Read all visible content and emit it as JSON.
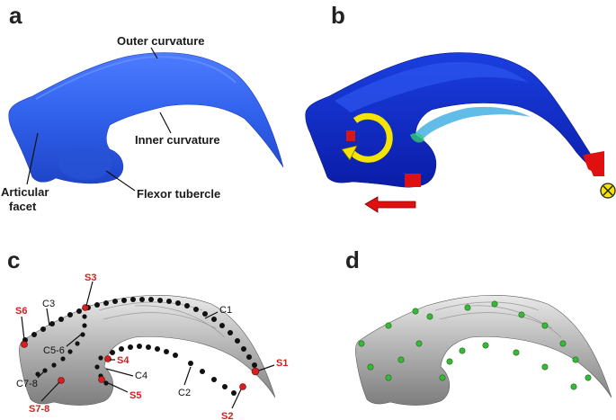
{
  "panels": {
    "a": {
      "letter": "a",
      "labels": {
        "outer_curvature": "Outer curvature",
        "inner_curvature": "Inner curvature",
        "articular_line1": "Articular",
        "articular_line2": "facet",
        "flexor_tubercle": "Flexor tubercle"
      }
    },
    "b": {
      "letter": "b"
    },
    "c": {
      "letter": "c",
      "curve_labels": {
        "C1": "C1",
        "C2": "C2",
        "C3": "C3",
        "C4": "C4",
        "C5_6": "C5-6",
        "C7_8": "C7-8"
      },
      "section_labels": {
        "S1": "S1",
        "S2": "S2",
        "S3": "S3",
        "S4": "S4",
        "S5": "S5",
        "S6": "S6",
        "S7_8": "S7-8"
      }
    },
    "d": {
      "letter": "d"
    }
  },
  "colors": {
    "claw_blue": "#2e62e8",
    "fea_dark_blue": "#0f23b8",
    "fea_red": "#e01010",
    "arrow_yellow": "#f5e400",
    "section_red": "#d42020",
    "landmark_green": "#38b838",
    "claw_gray": "#a9a9a9"
  }
}
